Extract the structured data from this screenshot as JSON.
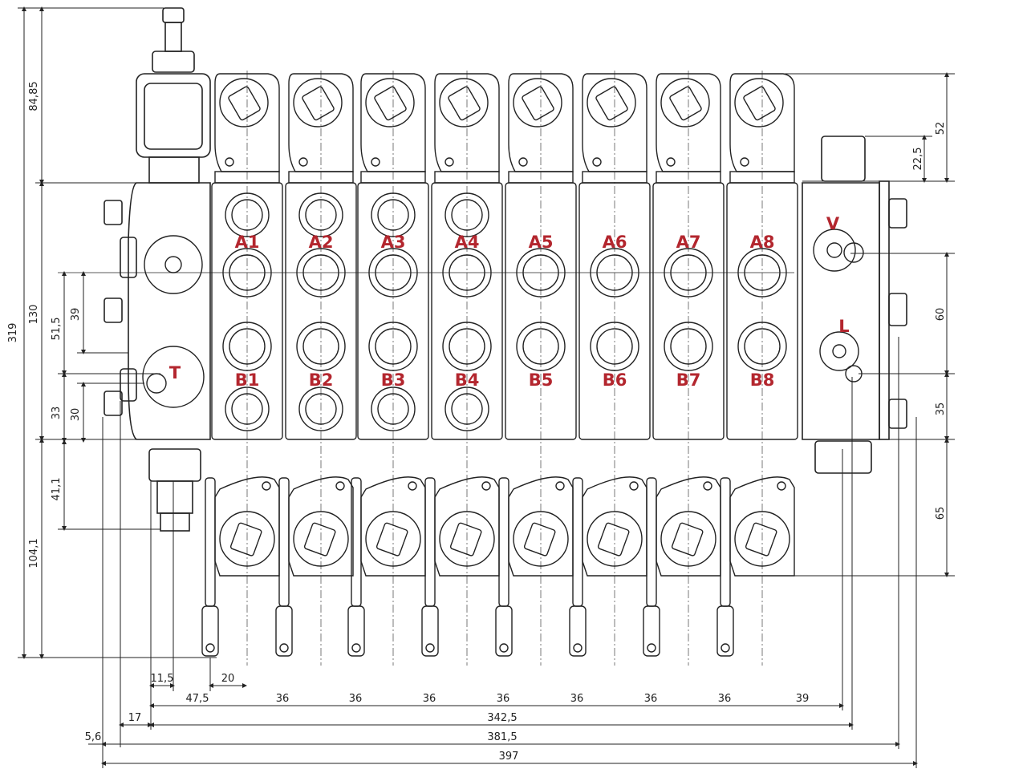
{
  "diagram": {
    "accent_color": "#b3262e",
    "line_color": "#222222",
    "port_labels": {
      "sections_a": [
        "A1",
        "A2",
        "A3",
        "A4",
        "A5",
        "A6",
        "A7",
        "A8"
      ],
      "sections_b": [
        "B1",
        "B2",
        "B3",
        "B4",
        "B5",
        "B6",
        "B7",
        "B8"
      ],
      "tank": "T",
      "v": "V",
      "l": "L"
    },
    "dimensions": {
      "horizontal": {
        "d11_5": "11,5",
        "d20": "20",
        "d47_5": "47,5",
        "d36": "36",
        "d39": "39",
        "d17": "17",
        "d342_5": "342,5",
        "d5_6": "5,6",
        "d381_5": "381,5",
        "d397": "397"
      },
      "vertical_left": {
        "d84_85": "84,85",
        "d319": "319",
        "d130": "130",
        "d51_5": "51,5",
        "d39": "39",
        "d33": "33",
        "d30": "30",
        "d41_1": "41,1",
        "d104_1": "104,1"
      },
      "vertical_right": {
        "d52": "52",
        "d22_5": "22,5",
        "d60": "60",
        "d35": "35",
        "d65": "65"
      }
    }
  }
}
